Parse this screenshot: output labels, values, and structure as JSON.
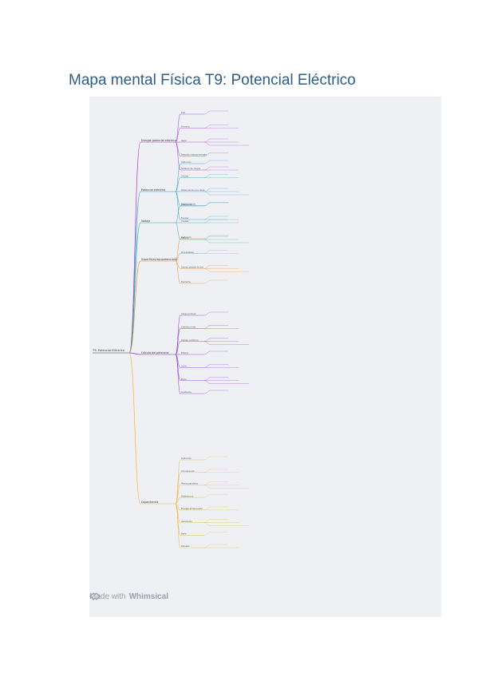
{
  "title": "Mapa mental Física T9: Potencial Eléctrico",
  "footer": {
    "made_with": "Made with",
    "brand": "Whimsical"
  },
  "colors": {
    "purple": "#a334d6",
    "blue": "#2f97d6",
    "teal": "#1fb3a7",
    "orange": "#f08a2b",
    "violet": "#8a2ad6",
    "yellow": "#f2b632",
    "root": "#333333"
  },
  "mindmap": {
    "root": "T9: Potencial Eléctrico",
    "branches": [
      {
        "label": "Energía potencial eléctrica",
        "color": "purple",
        "items": [
          "Def.",
          "Fórmula",
          "Signo",
          "Relación trabajo-energía",
          "Sistema de cargas"
        ]
      },
      {
        "label": "Potencial eléctrico",
        "color": "blue",
        "items": [
          "Definición",
          "Unidad",
          "Potencial de una carga",
          "Superposición",
          "Escalar"
        ]
      },
      {
        "label": "Voltaje",
        "color": "teal",
        "items": [
          "Diferencia",
          "Unidad",
          "Batería"
        ]
      },
      {
        "label": "Superficies equipotenciales",
        "color": "orange",
        "items": [
          "Definición",
          "Propiedades",
          "Campo perpendicular",
          "Ejemplos"
        ]
      },
      {
        "label": "Cálculo del potencial",
        "color": "violet",
        "items": [
          "Carga puntual",
          "Distribuciones",
          "Campo uniforme",
          "Esfera",
          "Anillo",
          "Disco",
          "Gradiente"
        ]
      },
      {
        "label": "Capacitancia",
        "color": "yellow",
        "items": [
          "Definición",
          "Condensador",
          "Placas paralelas",
          "Dieléctricos",
          "Energía almacenada",
          "Asociación",
          "Serie",
          "Paralelo"
        ]
      }
    ]
  }
}
